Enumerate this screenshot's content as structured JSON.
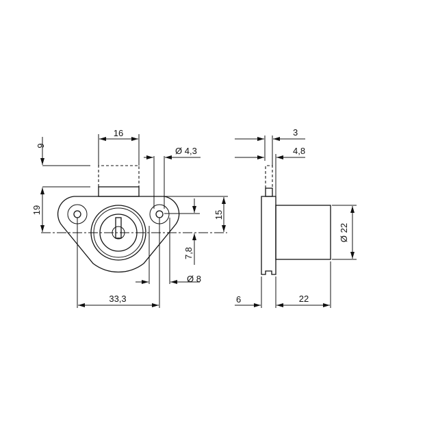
{
  "front_view": {
    "dim_width_bolt": "16",
    "dim_bolt_travel": "9",
    "dim_height_total": "19",
    "dim_hole_diameter": "Ø 4,3",
    "dim_height_top": "15",
    "dim_height_center": "7,8",
    "dim_ring_diameter": "Ø 8",
    "dim_hole_spacing": "33,3"
  },
  "side_view": {
    "dim_bolt_thickness": "3",
    "dim_bolt_offset": "4,8",
    "dim_body_diameter": "Ø 22",
    "dim_plate_thickness": "6",
    "dim_body_length": "22"
  }
}
